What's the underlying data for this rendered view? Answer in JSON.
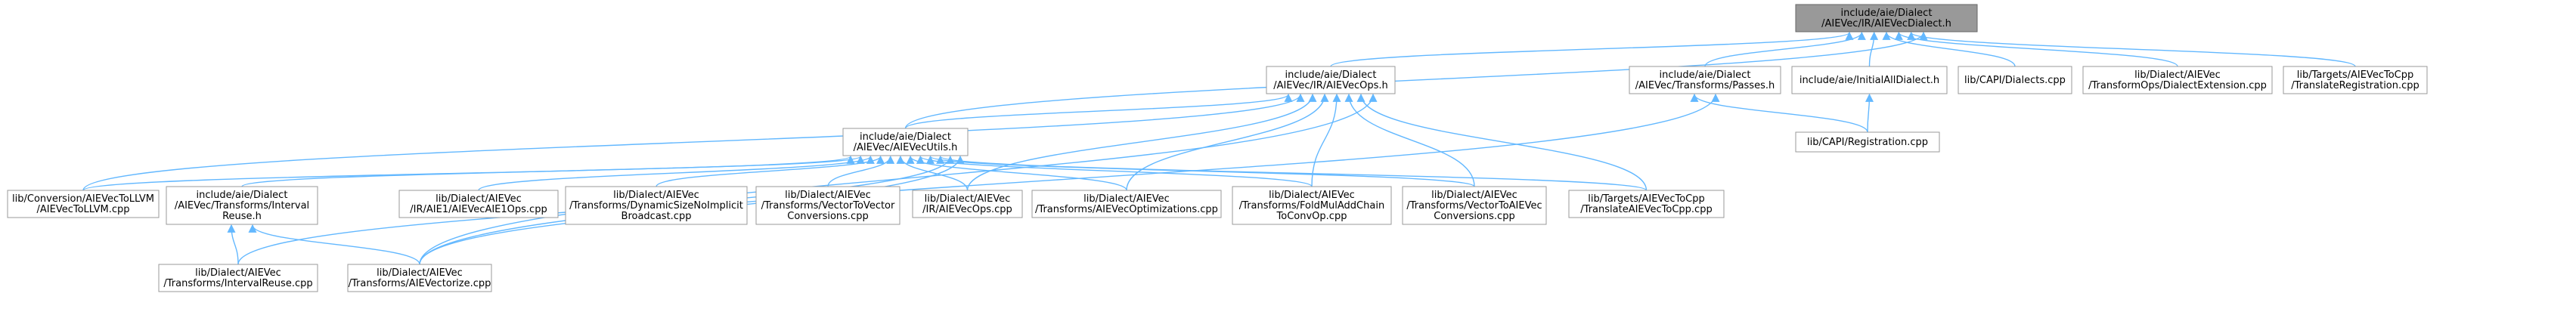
{
  "colors": {
    "edge": "#63b8ff",
    "node_border": "#999999",
    "node_fill": "#ffffff",
    "root_fill": "#999999"
  },
  "nodes": [
    {
      "id": "root",
      "lines": [
        "include/aie/Dialect",
        "/AIEVec/IR/AIEVecDialect.h"
      ],
      "root": true,
      "interactable": false
    },
    {
      "id": "aievecops_h",
      "lines": [
        "include/aie/Dialect",
        "/AIEVec/IR/AIEVecOps.h"
      ],
      "interactable": true
    },
    {
      "id": "passes_h",
      "lines": [
        "include/aie/Dialect",
        "/AIEVec/Transforms/Passes.h"
      ],
      "interactable": true
    },
    {
      "id": "initialall_h",
      "lines": [
        "include/aie/InitialAllDialect.h"
      ],
      "interactable": true
    },
    {
      "id": "capi_dialects",
      "lines": [
        "lib/CAPI/Dialects.cpp"
      ],
      "interactable": true
    },
    {
      "id": "dialectext",
      "lines": [
        "lib/Dialect/AIEVec",
        "/TransformOps/DialectExtension.cpp"
      ],
      "interactable": true
    },
    {
      "id": "translatereg",
      "lines": [
        "lib/Targets/AIEVecToCpp",
        "/TranslateRegistration.cpp"
      ],
      "interactable": true
    },
    {
      "id": "aievecutils_h",
      "lines": [
        "include/aie/Dialect",
        "/AIEVec/AIEVecUtils.h"
      ],
      "interactable": true
    },
    {
      "id": "capi_reg",
      "lines": [
        "lib/CAPI/Registration.cpp"
      ],
      "interactable": true
    },
    {
      "id": "tollvm",
      "lines": [
        "lib/Conversion/AIEVecToLLVM",
        "/AIEVecToLLVM.cpp"
      ],
      "interactable": true
    },
    {
      "id": "intervalreuse_h",
      "lines": [
        "include/aie/Dialect",
        "/AIEVec/Transforms/Interval",
        "Reuse.h"
      ],
      "interactable": true
    },
    {
      "id": "aie1ops",
      "lines": [
        "lib/Dialect/AIEVec",
        "/IR/AIE1/AIEVecAIE1Ops.cpp"
      ],
      "interactable": true
    },
    {
      "id": "dynsize",
      "lines": [
        "lib/Dialect/AIEVec",
        "/Transforms/DynamicSizeNoImplicit",
        "Broadcast.cpp"
      ],
      "interactable": true
    },
    {
      "id": "vectortovector",
      "lines": [
        "lib/Dialect/AIEVec",
        "/Transforms/VectorToVector",
        "Conversions.cpp"
      ],
      "interactable": true
    },
    {
      "id": "aievecops_cpp",
      "lines": [
        "lib/Dialect/AIEVec",
        "/IR/AIEVecOps.cpp"
      ],
      "interactable": true
    },
    {
      "id": "optimizations",
      "lines": [
        "lib/Dialect/AIEVec",
        "/Transforms/AIEVecOptimizations.cpp"
      ],
      "interactable": true
    },
    {
      "id": "foldmuladd",
      "lines": [
        "lib/Dialect/AIEVec",
        "/Transforms/FoldMulAddChain",
        "ToConvOp.cpp"
      ],
      "interactable": true
    },
    {
      "id": "vectortoaievec",
      "lines": [
        "lib/Dialect/AIEVec",
        "/Transforms/VectorToAIEVec",
        "Conversions.cpp"
      ],
      "interactable": true
    },
    {
      "id": "translatetocpp",
      "lines": [
        "lib/Targets/AIEVecToCpp",
        "/TranslateAIEVecToCpp.cpp"
      ],
      "interactable": true
    },
    {
      "id": "intervalreuse_cpp",
      "lines": [
        "lib/Dialect/AIEVec",
        "/Transforms/IntervalReuse.cpp"
      ],
      "interactable": true
    },
    {
      "id": "vectorize",
      "lines": [
        "lib/Dialect/AIEVec",
        "/Transforms/AIEVectorize.cpp"
      ],
      "interactable": true
    }
  ],
  "edges": [
    {
      "from": "aievecops_h",
      "to": "root"
    },
    {
      "from": "passes_h",
      "to": "root"
    },
    {
      "from": "initialall_h",
      "to": "root"
    },
    {
      "from": "capi_dialects",
      "to": "root"
    },
    {
      "from": "dialectext",
      "to": "root"
    },
    {
      "from": "translatereg",
      "to": "root"
    },
    {
      "from": "aievecutils_h",
      "to": "root"
    },
    {
      "from": "capi_reg",
      "to": "passes_h"
    },
    {
      "from": "capi_reg",
      "to": "initialall_h"
    },
    {
      "from": "vectorize",
      "to": "passes_h"
    },
    {
      "from": "aievecutils_h",
      "to": "aievecops_h"
    },
    {
      "from": "tollvm",
      "to": "aievecops_h"
    },
    {
      "from": "aievecops_cpp",
      "to": "aievecops_h"
    },
    {
      "from": "optimizations",
      "to": "aievecops_h"
    },
    {
      "from": "foldmuladd",
      "to": "aievecops_h"
    },
    {
      "from": "vectortoaievec",
      "to": "aievecops_h"
    },
    {
      "from": "translatetocpp",
      "to": "aievecops_h"
    },
    {
      "from": "vectorize",
      "to": "aievecops_h"
    },
    {
      "from": "tollvm",
      "to": "aievecutils_h"
    },
    {
      "from": "intervalreuse_h",
      "to": "aievecutils_h"
    },
    {
      "from": "aie1ops",
      "to": "aievecutils_h"
    },
    {
      "from": "dynsize",
      "to": "aievecutils_h"
    },
    {
      "from": "vectortovector",
      "to": "aievecutils_h"
    },
    {
      "from": "aievecops_cpp",
      "to": "aievecutils_h"
    },
    {
      "from": "optimizations",
      "to": "aievecutils_h"
    },
    {
      "from": "foldmuladd",
      "to": "aievecutils_h"
    },
    {
      "from": "vectortoaievec",
      "to": "aievecutils_h"
    },
    {
      "from": "translatetocpp",
      "to": "aievecutils_h"
    },
    {
      "from": "intervalreuse_cpp",
      "to": "aievecutils_h"
    },
    {
      "from": "vectorize",
      "to": "aievecutils_h"
    },
    {
      "from": "intervalreuse_cpp",
      "to": "intervalreuse_h"
    },
    {
      "from": "vectorize",
      "to": "intervalreuse_h"
    }
  ]
}
